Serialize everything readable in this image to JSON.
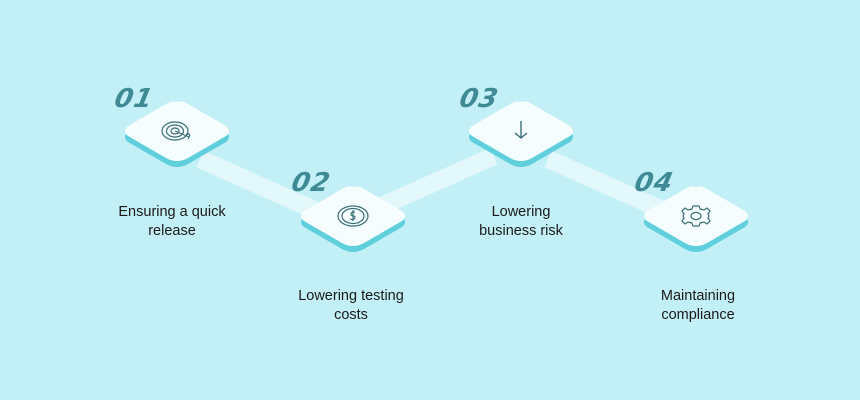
{
  "steps": [
    {
      "number": "01",
      "label_line1": "Ensuring a quick",
      "label_line2": "release",
      "icon": "target-icon"
    },
    {
      "number": "02",
      "label_line1": "Lowering testing",
      "label_line2": "costs",
      "icon": "dollar-coin-icon"
    },
    {
      "number": "03",
      "label_line1": "Lowering",
      "label_line2": "business risk",
      "icon": "arrow-down-icon"
    },
    {
      "number": "04",
      "label_line1": "Maintaining",
      "label_line2": "compliance",
      "icon": "gear-icon"
    }
  ],
  "colors": {
    "background": "#c2f0f6",
    "tile": "#f6fdfe",
    "tile_edge": "#5fcfdc",
    "number": "#3f8a95",
    "icon": "#3a6f78"
  }
}
